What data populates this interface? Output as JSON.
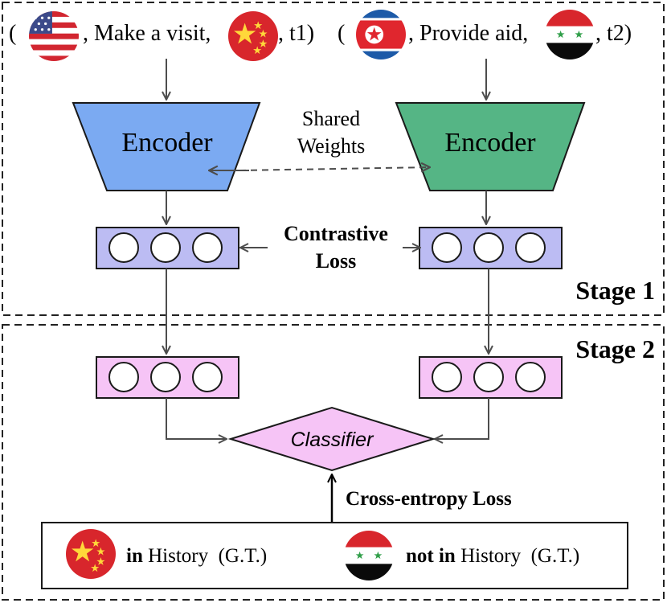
{
  "stage1": {
    "label": "Stage 1",
    "left_input": {
      "prefix": "(",
      "relation": ", Make a visit,",
      "suffix": ", t1)",
      "subject_flag": "usa-flag-icon",
      "object_flag": "china-flag-icon"
    },
    "right_input": {
      "prefix": "(",
      "relation": ", Provide aid,",
      "suffix": ", t2)",
      "subject_flag": "north-korea-flag-icon",
      "object_flag": "syria-flag-icon"
    },
    "left_encoder": {
      "label": "Encoder",
      "color": "#7baaf2"
    },
    "right_encoder": {
      "label": "Encoder",
      "color": "#55b585"
    },
    "shared_weights": {
      "line1": "Shared",
      "line2": "Weights"
    },
    "contrastive_loss": {
      "line1": "Contrastive",
      "line2": "Loss"
    },
    "embedding_color": "#bcbcf3"
  },
  "stage2": {
    "label": "Stage 2",
    "embedding_color": "#f6c4f6",
    "classifier": {
      "label": "Classifier",
      "color": "#f6c4f6"
    },
    "loss_label": "Cross-entropy Loss",
    "ground_truth": {
      "positive": {
        "bold": "in",
        "text": " History  (G.T.)",
        "flag": "china-flag-icon"
      },
      "negative": {
        "bold": "not in",
        "text": " History  (G.T.)",
        "flag": "syria-flag-icon"
      }
    }
  }
}
